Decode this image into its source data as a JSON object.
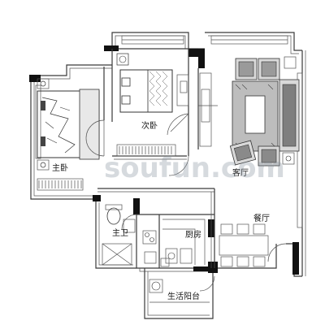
{
  "rooms": {
    "master_bedroom": "主卧",
    "second_bedroom": "次卧",
    "living_room": "客厅",
    "dining_room": "餐厅",
    "kitchen": "厨房",
    "master_bathroom": "主卫",
    "service_balcony": "生活阳台"
  },
  "watermark": "soufun.com",
  "colors": {
    "wall": "#111111",
    "line": "#3a3a3a",
    "sofa_pattern": "#6a6a6a",
    "watermark": "#7e8b99"
  }
}
